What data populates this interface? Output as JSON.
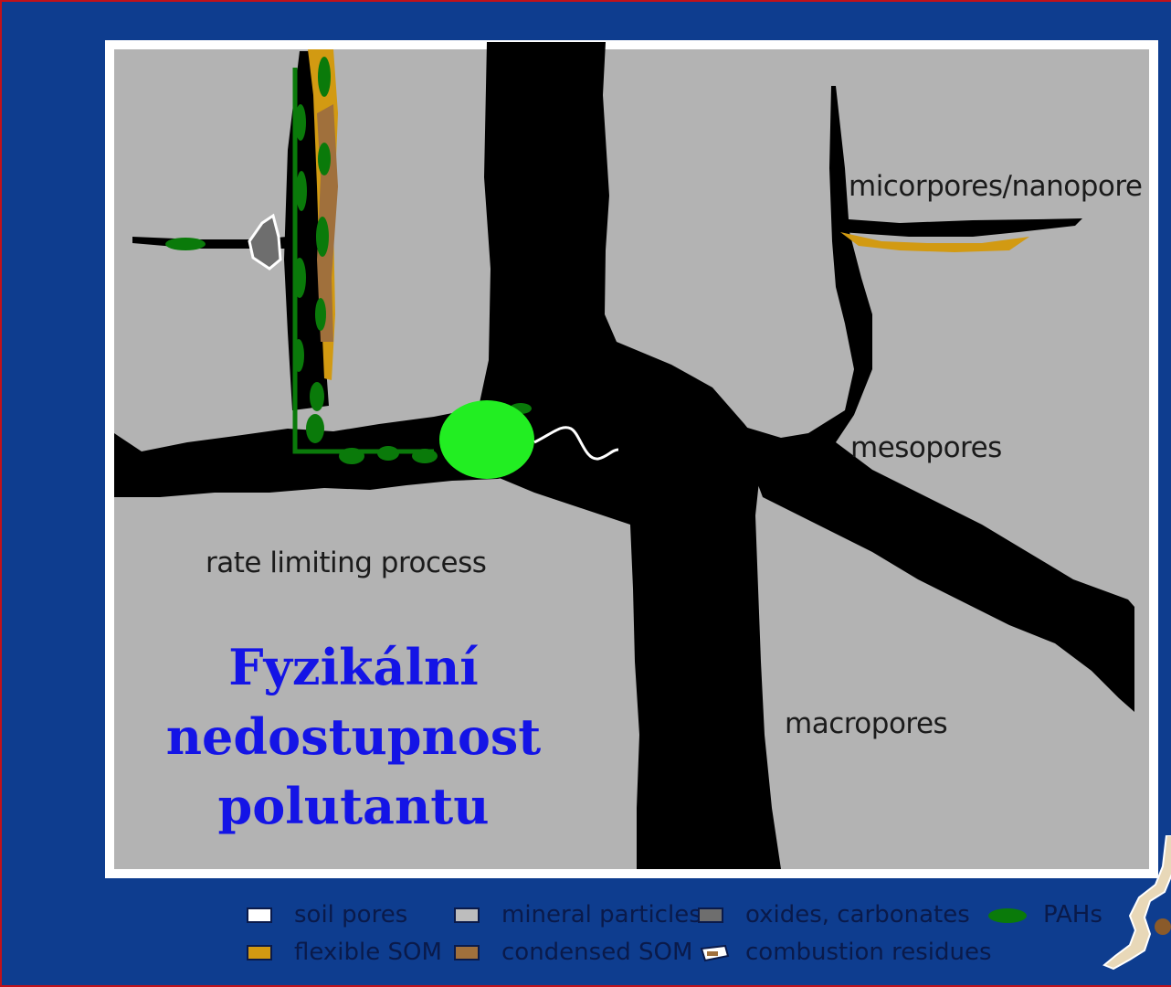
{
  "diagram": {
    "labels": {
      "micropores": "micorpores/nanopore",
      "mesopores": "mesopores",
      "macropores": "macropores",
      "rate_limiting": "rate limiting process"
    },
    "title_lines": [
      "Fyzikální",
      "nedostupnost",
      "polutantu"
    ]
  },
  "legend": {
    "items": [
      {
        "label": "soil pores",
        "color": "#ffffff",
        "icon": "square-swatch"
      },
      {
        "label": "mineral particles",
        "color": "#bdbdbd",
        "icon": "square-swatch"
      },
      {
        "label": "oxides, carbonates",
        "color": "#6e6e6e",
        "icon": "square-swatch"
      },
      {
        "label": "PAHs",
        "color": "#0a7a0a",
        "icon": "ellipse-swatch"
      },
      {
        "label": "flexible SOM",
        "color": "#d29a12",
        "icon": "square-swatch"
      },
      {
        "label": "condensed SOM",
        "color": "#a0703c",
        "icon": "square-swatch"
      },
      {
        "label": "combustion residues",
        "color": "#ffffff",
        "icon": "residue-swatch"
      }
    ]
  },
  "colors": {
    "background": "#0e3d8f",
    "title": "#1414e6",
    "mineral": "#b3b3b3",
    "pore": "#000000",
    "pah": "#0a7a0a",
    "flexible_som": "#d29a12",
    "condensed_som": "#a0703c",
    "oxides": "#6e6e6e",
    "pollutant_blob": "#22ee22"
  }
}
